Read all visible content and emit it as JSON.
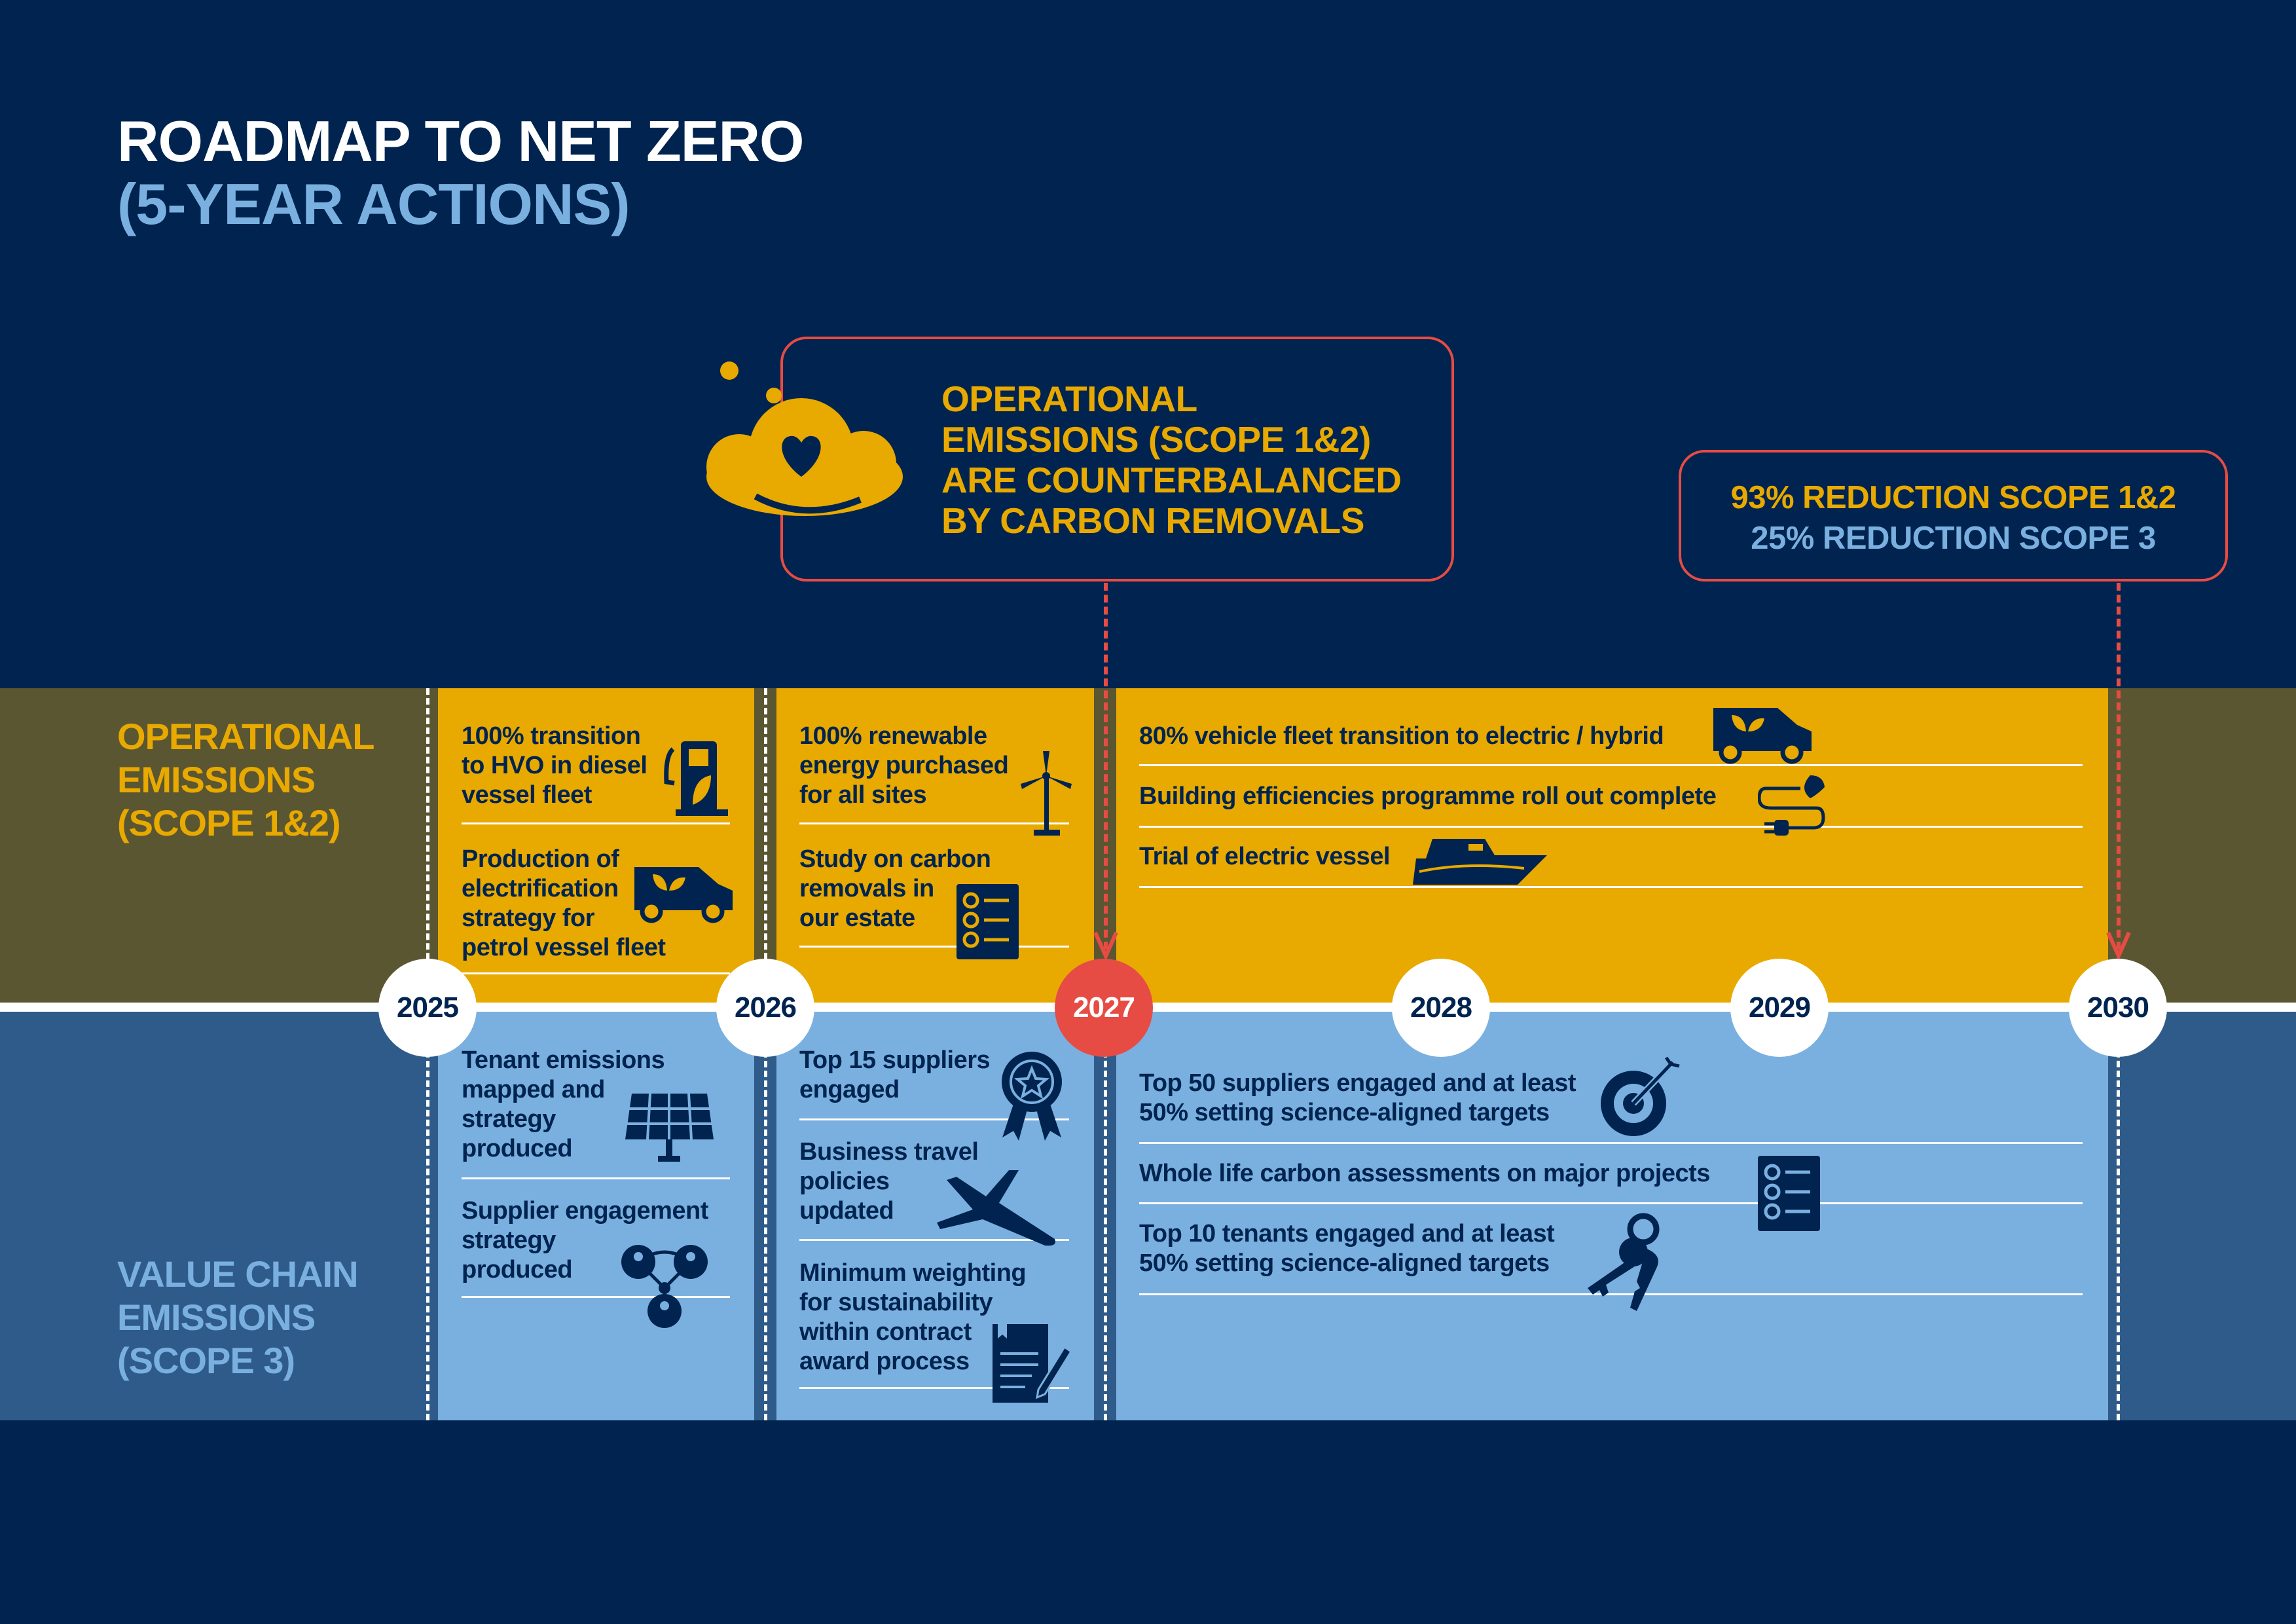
{
  "title": {
    "line1": "ROADMAP TO NET ZERO",
    "line2": "(5-YEAR ACTIONS)"
  },
  "rows": {
    "operational": {
      "line1": "OPERATIONAL",
      "line2": "EMISSIONS",
      "line3": "(SCOPE 1&2)"
    },
    "value_chain": {
      "line1": "VALUE CHAIN",
      "line2": "EMISSIONS",
      "line3": "(SCOPE 3)"
    }
  },
  "callouts": {
    "carbon_removals": {
      "line1": "OPERATIONAL",
      "line2": "EMISSIONS (SCOPE 1&2)",
      "line3": "ARE COUNTERBALANCED",
      "line4": "BY CARBON REMOVALS"
    },
    "reduction_2030": {
      "line1": "93% REDUCTION SCOPE 1&2",
      "line2": "25% REDUCTION SCOPE 3"
    }
  },
  "years": [
    "2025",
    "2026",
    "2027",
    "2028",
    "2029",
    "2030"
  ],
  "operational_actions": {
    "y2025": [
      {
        "lines": [
          "100% transition",
          "to HVO in diesel",
          "vessel fleet"
        ],
        "icon": "fuel-pump-leaf-icon"
      },
      {
        "lines": [
          "Production of",
          "electrification",
          "strategy for",
          "petrol vessel fleet"
        ],
        "icon": "electric-van-icon"
      }
    ],
    "y2026": [
      {
        "lines": [
          "100% renewable",
          "energy purchased",
          "for all sites"
        ],
        "icon": "wind-turbine-icon"
      },
      {
        "lines": [
          "Study on carbon",
          "removals in",
          "our estate"
        ],
        "icon": "checklist-icon"
      }
    ],
    "y2027_2030": [
      {
        "lines": [
          "80% vehicle fleet transition to electric / hybrid"
        ],
        "icon": "electric-van-icon"
      },
      {
        "lines": [
          "Building efficiencies programme roll out complete"
        ],
        "icon": "eco-plug-icon"
      },
      {
        "lines": [
          "Trial of electric vessel"
        ],
        "icon": "boat-icon"
      }
    ]
  },
  "value_chain_actions": {
    "y2025": [
      {
        "lines": [
          "Tenant emissions",
          "mapped and",
          "strategy",
          "produced"
        ],
        "icon": "solar-panel-icon"
      },
      {
        "lines": [
          "Supplier engagement",
          "strategy",
          "produced"
        ],
        "icon": "network-people-icon"
      }
    ],
    "y2026": [
      {
        "lines": [
          "Top 15 suppliers",
          "engaged"
        ],
        "icon": "award-badge-icon"
      },
      {
        "lines": [
          "Business travel",
          "policies",
          "updated"
        ],
        "icon": "airplane-icon"
      },
      {
        "lines": [
          "Minimum weighting",
          "for sustainability",
          "within contract",
          "award process"
        ],
        "icon": "contract-icon"
      }
    ],
    "y2027_2030": [
      {
        "lines": [
          "Top 50 suppliers engaged and at least",
          "50% setting science-aligned targets"
        ],
        "icon": "target-icon"
      },
      {
        "lines": [
          "Whole life carbon assessments on major projects"
        ],
        "icon": "checklist-icon"
      },
      {
        "lines": [
          "Top 10 tenants engaged and at least",
          "50% setting science-aligned targets"
        ],
        "icon": "keys-icon"
      }
    ]
  },
  "colors": {
    "background": "#00244f",
    "operational_band": "#e8a900",
    "operational_side": "#5b5632",
    "value_band": "#7ab0e0",
    "value_side": "#2f5b8a",
    "accent_red": "#e64c43"
  }
}
